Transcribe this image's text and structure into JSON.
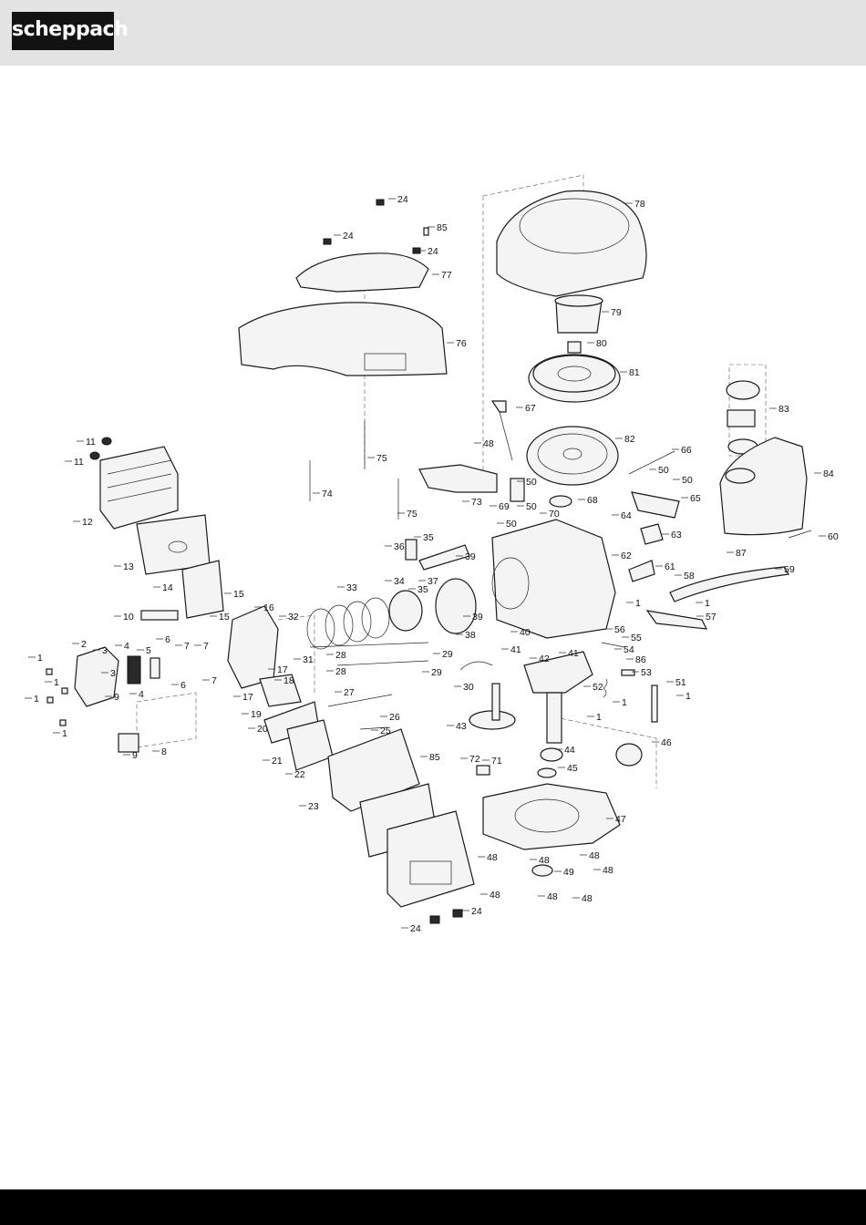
{
  "brand": {
    "logo_text": "scheppach"
  },
  "diagram": {
    "parts": [
      {
        "id": "24",
        "label": "24"
      },
      {
        "id": "85",
        "label": "85"
      },
      {
        "id": "77",
        "label": "77"
      },
      {
        "id": "76",
        "label": "76"
      },
      {
        "id": "78",
        "label": "78"
      },
      {
        "id": "79",
        "label": "79"
      },
      {
        "id": "80",
        "label": "80"
      },
      {
        "id": "81",
        "label": "81"
      },
      {
        "id": "67",
        "label": "67"
      },
      {
        "id": "82",
        "label": "82"
      },
      {
        "id": "83",
        "label": "83"
      },
      {
        "id": "84",
        "label": "84"
      },
      {
        "id": "66",
        "label": "66"
      },
      {
        "id": "50",
        "label": "50"
      },
      {
        "id": "65",
        "label": "65"
      },
      {
        "id": "64",
        "label": "64"
      },
      {
        "id": "63",
        "label": "63"
      },
      {
        "id": "60",
        "label": "60"
      },
      {
        "id": "62",
        "label": "62"
      },
      {
        "id": "61",
        "label": "61"
      },
      {
        "id": "87",
        "label": "87"
      },
      {
        "id": "59",
        "label": "59"
      },
      {
        "id": "58",
        "label": "58"
      },
      {
        "id": "1",
        "label": "1"
      },
      {
        "id": "57",
        "label": "57"
      },
      {
        "id": "11",
        "label": "11"
      },
      {
        "id": "12",
        "label": "12"
      },
      {
        "id": "13",
        "label": "13"
      },
      {
        "id": "14",
        "label": "14"
      },
      {
        "id": "15",
        "label": "15"
      },
      {
        "id": "10",
        "label": "10"
      },
      {
        "id": "16",
        "label": "16"
      },
      {
        "id": "75",
        "label": "75"
      },
      {
        "id": "74",
        "label": "74"
      },
      {
        "id": "48",
        "label": "48"
      },
      {
        "id": "73",
        "label": "73"
      },
      {
        "id": "69",
        "label": "69"
      },
      {
        "id": "68",
        "label": "68"
      },
      {
        "id": "70",
        "label": "70"
      },
      {
        "id": "36",
        "label": "36"
      },
      {
        "id": "35",
        "label": "35"
      },
      {
        "id": "37",
        "label": "37"
      },
      {
        "id": "39",
        "label": "39"
      },
      {
        "id": "33",
        "label": "33"
      },
      {
        "id": "34",
        "label": "34"
      },
      {
        "id": "32",
        "label": "32"
      },
      {
        "id": "31",
        "label": "31"
      },
      {
        "id": "38",
        "label": "38"
      },
      {
        "id": "2",
        "label": "2"
      },
      {
        "id": "3",
        "label": "3"
      },
      {
        "id": "4",
        "label": "4"
      },
      {
        "id": "5",
        "label": "5"
      },
      {
        "id": "6",
        "label": "6"
      },
      {
        "id": "7",
        "label": "7"
      },
      {
        "id": "8",
        "label": "8"
      },
      {
        "id": "9",
        "label": "9"
      },
      {
        "id": "17",
        "label": "17"
      },
      {
        "id": "18",
        "label": "18"
      },
      {
        "id": "19",
        "label": "19"
      },
      {
        "id": "20",
        "label": "20"
      },
      {
        "id": "21",
        "label": "21"
      },
      {
        "id": "22",
        "label": "22"
      },
      {
        "id": "23",
        "label": "23"
      },
      {
        "id": "25",
        "label": "25"
      },
      {
        "id": "26",
        "label": "26"
      },
      {
        "id": "27",
        "label": "27"
      },
      {
        "id": "28",
        "label": "28"
      },
      {
        "id": "29",
        "label": "29"
      },
      {
        "id": "30",
        "label": "30"
      },
      {
        "id": "40",
        "label": "40"
      },
      {
        "id": "41",
        "label": "41"
      },
      {
        "id": "42",
        "label": "42"
      },
      {
        "id": "43",
        "label": "43"
      },
      {
        "id": "44",
        "label": "44"
      },
      {
        "id": "45",
        "label": "45"
      },
      {
        "id": "46",
        "label": "46"
      },
      {
        "id": "47",
        "label": "47"
      },
      {
        "id": "49",
        "label": "49"
      },
      {
        "id": "51",
        "label": "51"
      },
      {
        "id": "52",
        "label": "52"
      },
      {
        "id": "53",
        "label": "53"
      },
      {
        "id": "54",
        "label": "54"
      },
      {
        "id": "55",
        "label": "55"
      },
      {
        "id": "56",
        "label": "56"
      },
      {
        "id": "71",
        "label": "71"
      },
      {
        "id": "72",
        "label": "72"
      },
      {
        "id": "86",
        "label": "86"
      }
    ]
  }
}
